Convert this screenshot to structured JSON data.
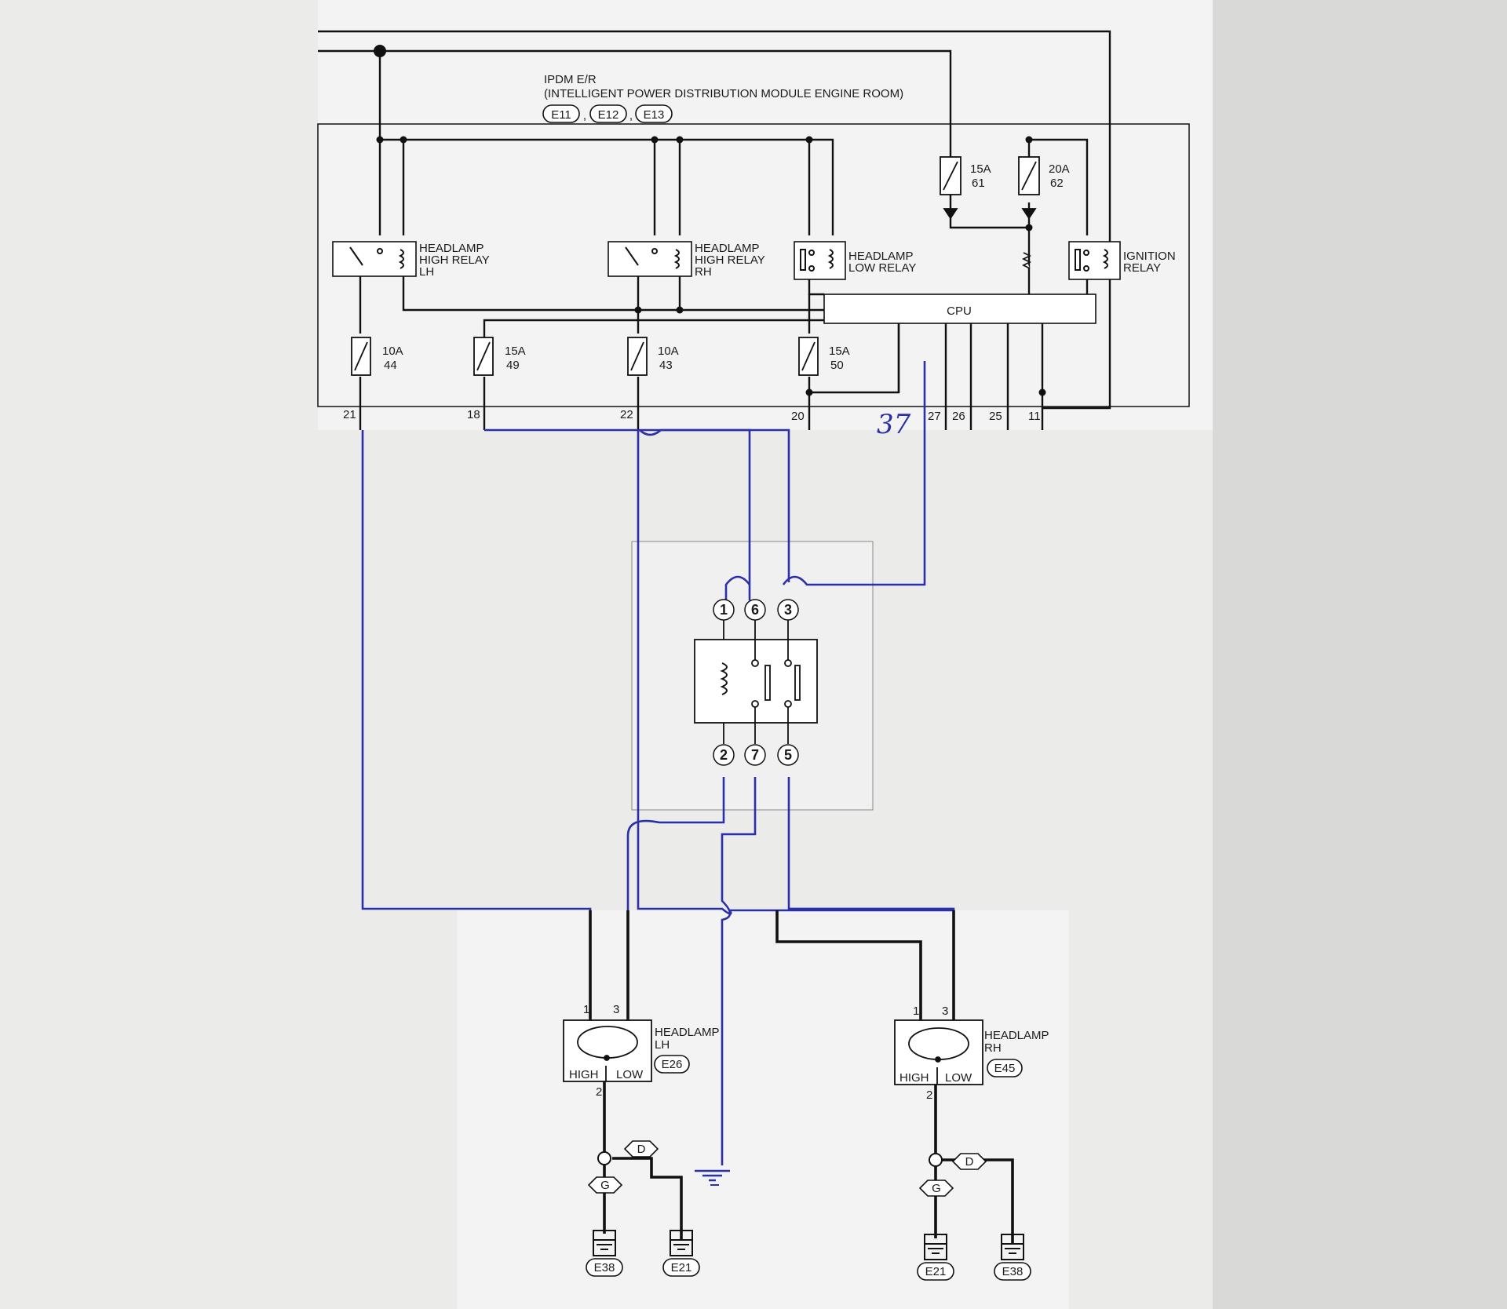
{
  "ipdm": {
    "title": "IPDM E/R",
    "subtitle": "(INTELLIGENT POWER DISTRIBUTION MODULE ENGINE ROOM)",
    "connectors": [
      "E11",
      "E12",
      "E13"
    ],
    "connector_sep": ","
  },
  "relays": {
    "hi_lh": [
      "HEADLAMP",
      "HIGH RELAY",
      "LH"
    ],
    "hi_rh": [
      "HEADLAMP",
      "HIGH RELAY",
      "RH"
    ],
    "low": [
      "HEADLAMP",
      "LOW RELAY"
    ],
    "ign": [
      "IGNITION",
      "RELAY"
    ]
  },
  "cpu": "CPU",
  "fuses": [
    {
      "amp": "10A",
      "num": "44"
    },
    {
      "amp": "15A",
      "num": "49"
    },
    {
      "amp": "10A",
      "num": "43"
    },
    {
      "amp": "15A",
      "num": "50"
    },
    {
      "amp": "15A",
      "num": "61"
    },
    {
      "amp": "20A",
      "num": "62"
    }
  ],
  "terminals": [
    "21",
    "18",
    "22",
    "20",
    "27",
    "26",
    "25",
    "11"
  ],
  "handwritten_terminal": "37",
  "added_relay_pins": [
    "1",
    "6",
    "3",
    "2",
    "7",
    "5"
  ],
  "headlamp_lh": {
    "name": [
      "HEADLAMP",
      "LH"
    ],
    "conn": "E26",
    "pins": [
      "1",
      "3",
      "2"
    ],
    "high": "HIGH",
    "low": "LOW"
  },
  "headlamp_rh": {
    "name": [
      "HEADLAMP",
      "RH"
    ],
    "conn": "E45",
    "pins": [
      "1",
      "3",
      "2"
    ],
    "high": "HIGH",
    "low": "LOW"
  },
  "grounds": {
    "lh": {
      "tag_d": "D",
      "tag_g": "G",
      "left": "E38",
      "right": "E21"
    },
    "rh": {
      "tag_d": "D",
      "tag_g": "G",
      "left": "E21",
      "right": "E38"
    }
  },
  "colors": {
    "wire": "#111111",
    "hand_ink": "#2b2fa8",
    "paper": "#f1f1f1"
  }
}
